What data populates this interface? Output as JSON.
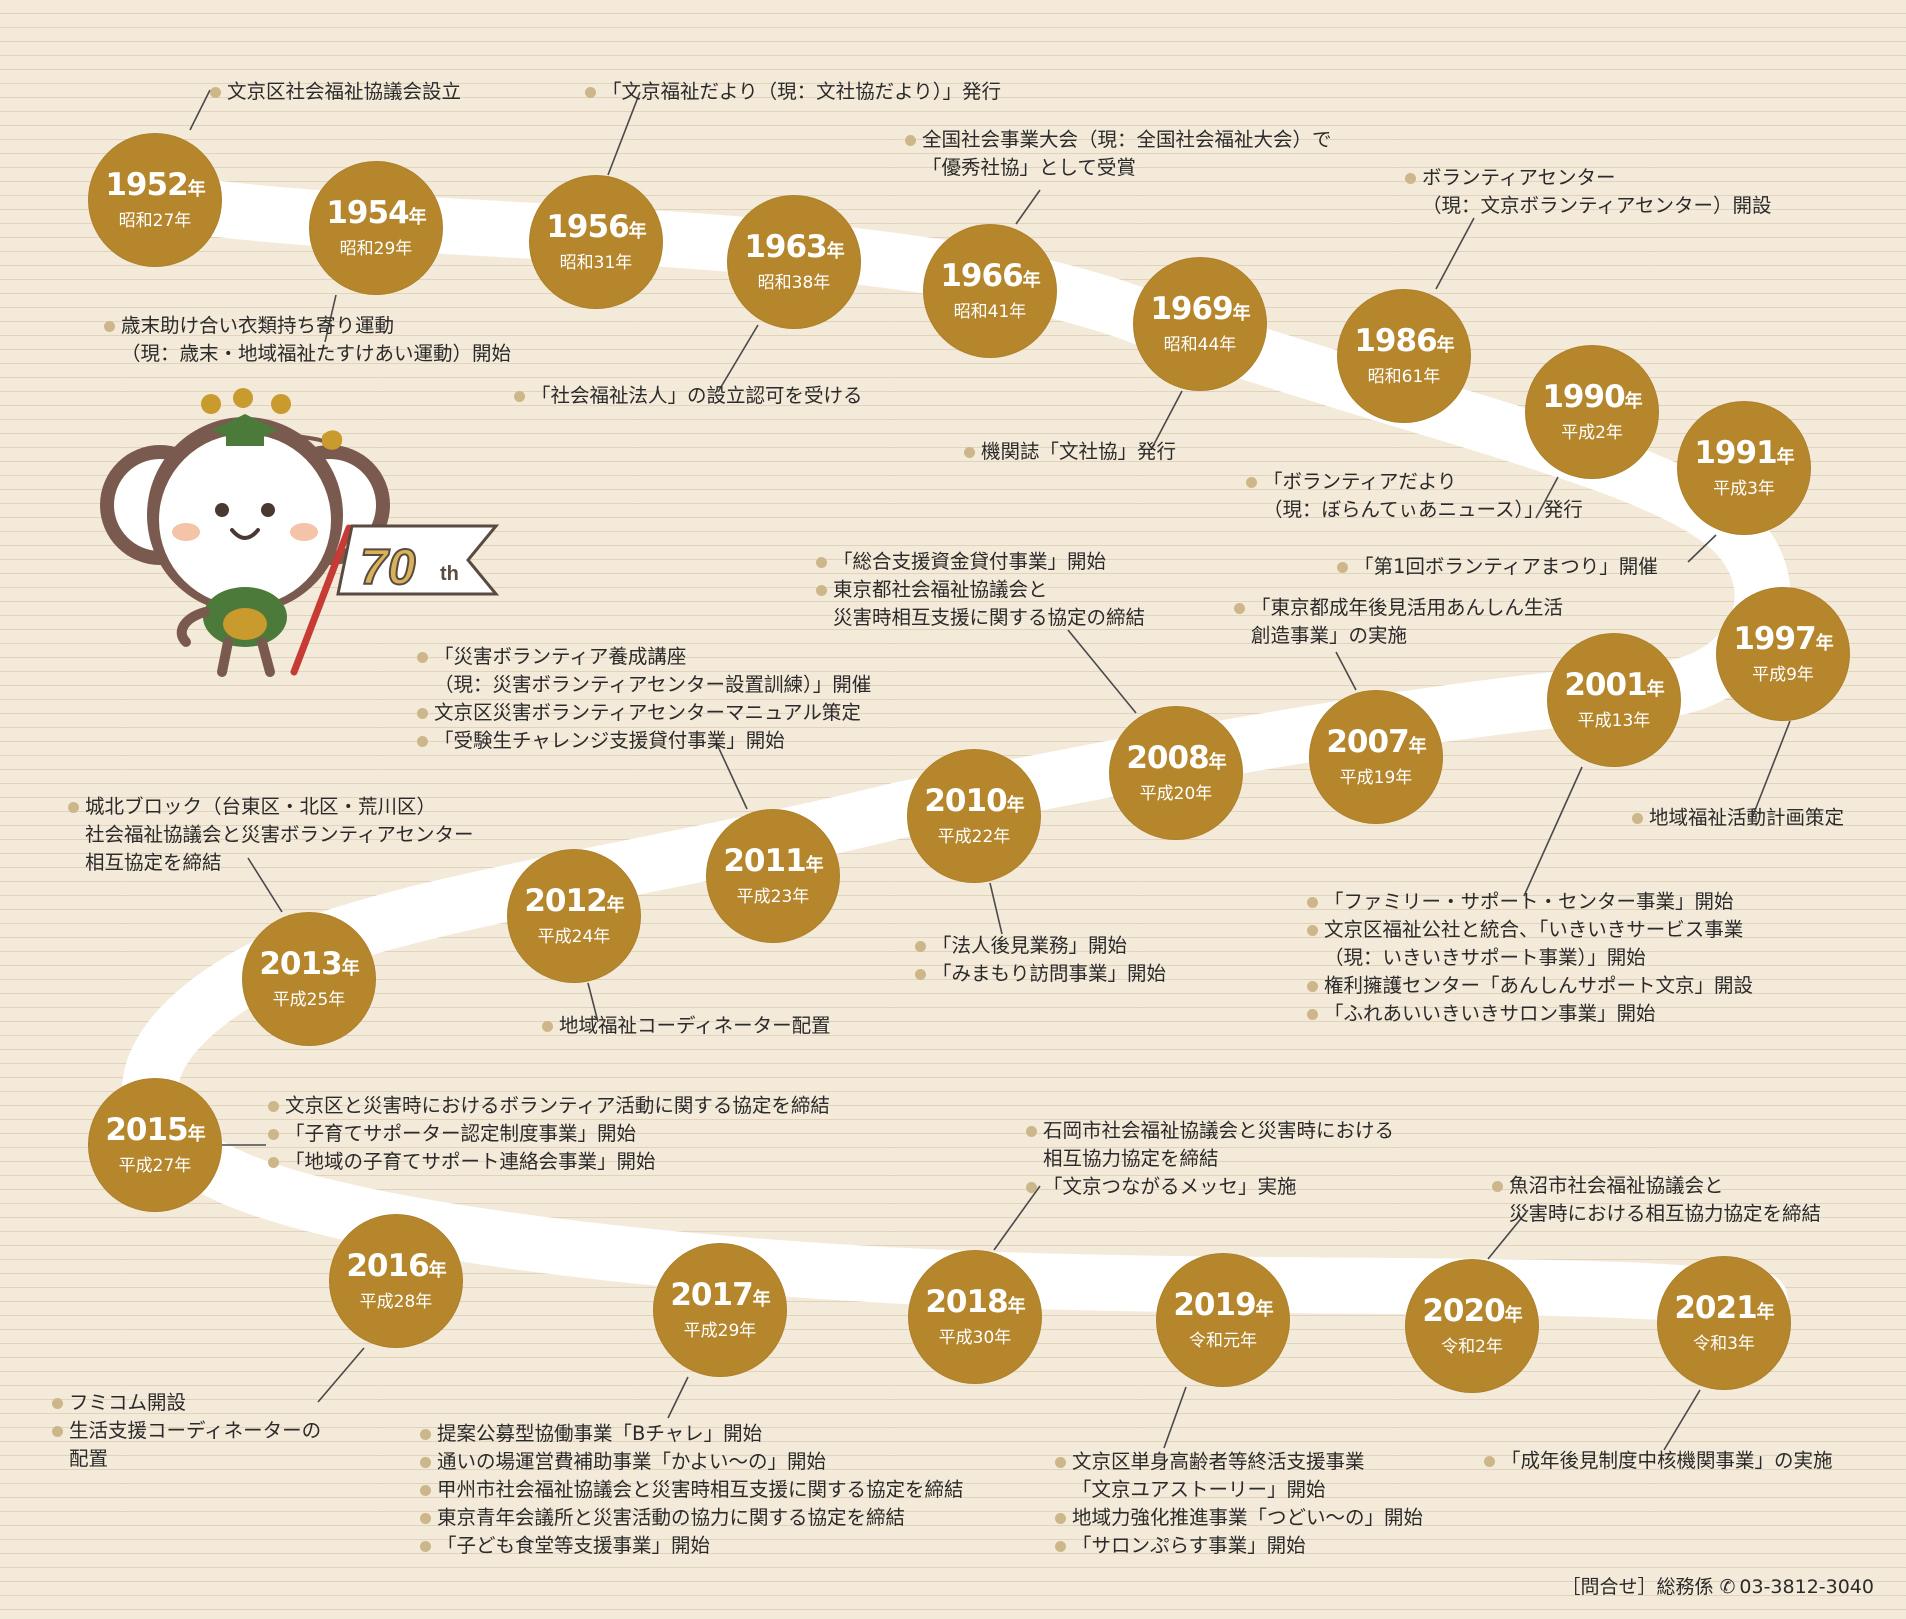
{
  "contact": {
    "label": "［問合せ］総務係",
    "phone_icon": "phone-icon",
    "phone": "03-3812-3040"
  },
  "mascot": {
    "badge": "70",
    "badge_suffix": "th"
  },
  "colors": {
    "circle": "#b5862c",
    "bullet": "#cdb78a",
    "background": "#f4ead9",
    "road": "#ffffff"
  },
  "timeline": [
    {
      "year": "1952",
      "era": "昭和27年",
      "events": [
        [
          "文京区社会福祉協議会設立"
        ]
      ]
    },
    {
      "year": "1954",
      "era": "昭和29年",
      "events": [
        [
          "歳末助け合い衣類持ち寄り運動",
          "（現：歳末・地域福祉たすけあい運動）開始"
        ]
      ]
    },
    {
      "year": "1956",
      "era": "昭和31年",
      "events": [
        [
          "「文京福祉だより（現：文社協だより）」発行"
        ]
      ]
    },
    {
      "year": "1963",
      "era": "昭和38年",
      "events": [
        [
          "「社会福祉法人」の設立認可を受ける"
        ]
      ]
    },
    {
      "year": "1966",
      "era": "昭和41年",
      "events": [
        [
          "全国社会事業大会（現：全国社会福祉大会）で",
          "「優秀社協」として受賞"
        ]
      ]
    },
    {
      "year": "1969",
      "era": "昭和44年",
      "events": [
        [
          "機関誌「文社協」発行"
        ]
      ]
    },
    {
      "year": "1986",
      "era": "昭和61年",
      "events": [
        [
          "ボランティアセンター",
          "（現：文京ボランティアセンター）開設"
        ]
      ]
    },
    {
      "year": "1990",
      "era": "平成2年",
      "events": [
        [
          "「ボランティアだより",
          "（現：ぼらんてぃあニュース）」発行"
        ]
      ]
    },
    {
      "year": "1991",
      "era": "平成3年",
      "events": [
        [
          "「第1回ボランティアまつり」開催"
        ]
      ]
    },
    {
      "year": "1997",
      "era": "平成9年",
      "events": [
        [
          "地域福祉活動計画策定"
        ]
      ]
    },
    {
      "year": "2001",
      "era": "平成13年",
      "events": [
        [
          "「ファミリー・サポート・センター事業」開始"
        ],
        [
          "文京区福祉公社と統合、「いきいきサービス事業",
          "（現：いきいきサポート事業）」開始"
        ],
        [
          "権利擁護センター「あんしんサポート文京」開設"
        ],
        [
          "「ふれあいいきいきサロン事業」開始"
        ]
      ]
    },
    {
      "year": "2007",
      "era": "平成19年",
      "events": [
        [
          "「東京都成年後見活用あんしん生活",
          "創造事業」の実施"
        ]
      ]
    },
    {
      "year": "2008",
      "era": "平成20年",
      "events": [
        [
          "「総合支援資金貸付事業」開始"
        ],
        [
          "東京都社会福祉協議会と",
          "災害時相互支援に関する協定の締結"
        ]
      ]
    },
    {
      "year": "2010",
      "era": "平成22年",
      "events": [
        [
          "「法人後見業務」開始"
        ],
        [
          "「みまもり訪問事業」開始"
        ]
      ]
    },
    {
      "year": "2011",
      "era": "平成23年",
      "events": [
        [
          "「災害ボランティア養成講座",
          "（現：災害ボランティアセンター設置訓練）」開催"
        ],
        [
          "文京区災害ボランティアセンターマニュアル策定"
        ],
        [
          "「受験生チャレンジ支援貸付事業」開始"
        ]
      ]
    },
    {
      "year": "2012",
      "era": "平成24年",
      "events": [
        [
          "地域福祉コーディネーター配置"
        ]
      ]
    },
    {
      "year": "2013",
      "era": "平成25年",
      "events": [
        [
          "城北ブロック（台東区・北区・荒川区）",
          "社会福祉協議会と災害ボランティアセンター",
          "相互協定を締結"
        ]
      ]
    },
    {
      "year": "2015",
      "era": "平成27年",
      "events": [
        [
          "文京区と災害時におけるボランティア活動に関する協定を締結"
        ],
        [
          "「子育てサポーター認定制度事業」開始"
        ],
        [
          "「地域の子育てサポート連絡会事業」開始"
        ]
      ]
    },
    {
      "year": "2016",
      "era": "平成28年",
      "events": [
        [
          "フミコム開設"
        ],
        [
          "生活支援コーディネーターの",
          "配置"
        ]
      ]
    },
    {
      "year": "2017",
      "era": "平成29年",
      "events": [
        [
          "提案公募型協働事業「Bチャレ」開始"
        ],
        [
          "通いの場運営費補助事業「かよい〜の」開始"
        ],
        [
          "甲州市社会福祉協議会と災害時相互支援に関する協定を締結"
        ],
        [
          "東京青年会議所と災害活動の協力に関する協定を締結"
        ],
        [
          "「子ども食堂等支援事業」開始"
        ]
      ]
    },
    {
      "year": "2018",
      "era": "平成30年",
      "events": [
        [
          "石岡市社会福祉協議会と災害時における",
          "相互協力協定を締結"
        ],
        [
          "「文京つながるメッセ」実施"
        ]
      ]
    },
    {
      "year": "2019",
      "era": "令和元年",
      "events": [
        [
          "文京区単身高齢者等終活支援事業",
          "「文京ユアストーリー」開始"
        ],
        [
          "地域力強化推進事業「つどい〜の」開始"
        ],
        [
          "「サロンぷらす事業」開始"
        ]
      ]
    },
    {
      "year": "2020",
      "era": "令和2年",
      "events": [
        [
          "魚沼市社会福祉協議会と",
          "災害時における相互協力協定を締結"
        ]
      ]
    },
    {
      "year": "2021",
      "era": "令和3年",
      "events": [
        [
          "「成年後見制度中核機関事業」の実施"
        ]
      ]
    }
  ]
}
